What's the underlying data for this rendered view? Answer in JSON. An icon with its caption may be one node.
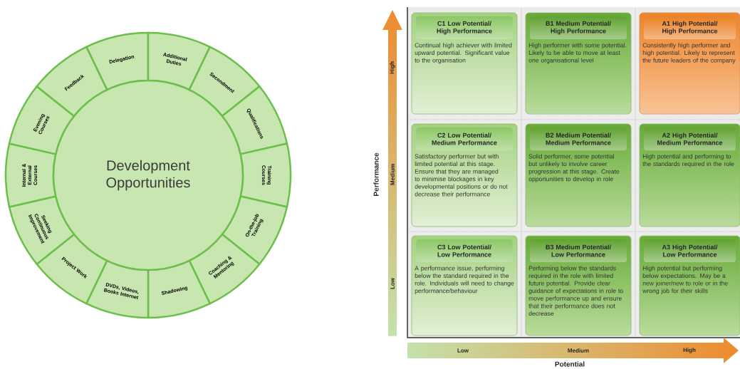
{
  "diagram": {
    "nodes": [
      {
        "text": [
          "Development Opportunities"
        ]
      },
      {
        "text": [
          "Delegation"
        ]
      },
      {
        "text": [
          "Additional Duties"
        ]
      },
      {
        "text": [
          "Secondment"
        ]
      },
      {
        "text": [
          "Qualifications"
        ]
      },
      {
        "text": [
          "Training Courses"
        ]
      },
      {
        "text": [
          "On-the-job Training"
        ]
      },
      {
        "text": [
          "Coaching & Mentoring"
        ]
      },
      {
        "text": [
          "Shadowing"
        ]
      },
      {
        "text": [
          "DVDs, Videos, Books Internet"
        ]
      },
      {
        "text": [
          "Project Work"
        ]
      },
      {
        "text": [
          "Seeking Continuous Improvement"
        ]
      },
      {
        "text": [
          "Internal & External Courses"
        ]
      },
      {
        "text": [
          "Evening Courses"
        ]
      },
      {
        "text": [
          "Feedback"
        ]
      },
      {
        "text": [
          "C1 Low Potential/ High Performance",
          "Continual high achiever with limited upward potential. Significant value to the organisation"
        ]
      },
      {
        "text": [
          "B1 Medium Potential/ High Performance",
          "High performer with some potential. Likely to be able to move at least one organisational level"
        ]
      },
      {
        "text": [
          "A1 High Potential/ High Performance",
          "Consistently high performer and high potential. Likely to represent the future leaders of the company"
        ]
      },
      {
        "text": [
          "C2 Low Potential/ Medium Performance",
          "Satisfactory performer but with limited potential at this stage. Ensure that they are managed to minimise blockages in key developmental positions or do not decrease their performance"
        ]
      },
      {
        "text": [
          "B2 Medium Potential/ Medium Performance",
          "Solid performer, some potential but unlikely to involve career progression at this stage. Create opportunities to develop in role"
        ]
      },
      {
        "text": [
          "A2 High Potential/ Medium Performance",
          "High potential and performing to the standards required in the role"
        ]
      },
      {
        "text": [
          "C3 Low Potential/ Low Performance",
          "A performance issue, performing below the standard required in the role. Individuals will need to change performance/behaviour"
        ]
      },
      {
        "text": [
          "B3 Medium Potential/ Low Performance",
          "Performing below the standards required in the role with limited future potential. Provide clear guidance of expectations in role to move performance up and ensure that their performance does not decrease"
        ]
      },
      {
        "text": [
          "A3 High Potential/ Low Performance",
          "High potential but performing below expectations. May be a new joiner/new to role or in the wrong job for their skills"
        ]
      }
    ],
    "labels": [
      "High",
      "Performance",
      "Medium",
      "Low",
      "Low",
      "Medium",
      "High",
      "Potential"
    ]
  }
}
